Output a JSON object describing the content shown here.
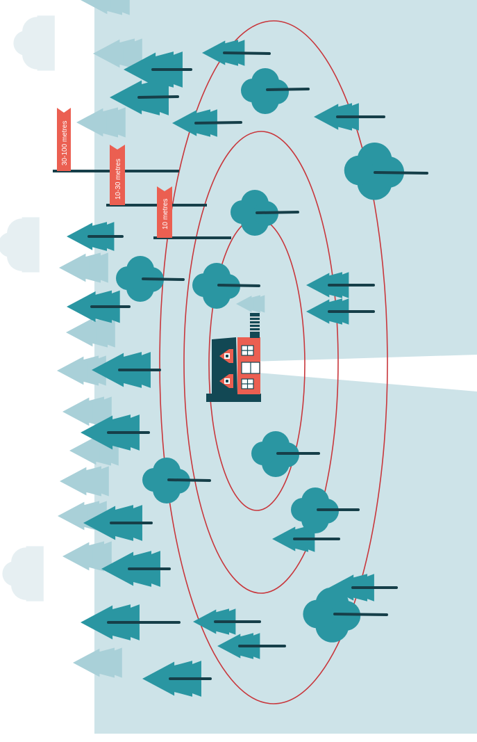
{
  "zones": [
    {
      "label": "10 metres"
    },
    {
      "label": "10-30 metres"
    },
    {
      "label": "30-100 metres"
    }
  ],
  "colors": {
    "ground": "#cde3e8",
    "tree": "#2a96a2",
    "tree_pale": "#a9d0d8",
    "trunk": "#163f49",
    "ring": "#c8363b",
    "flag": "#eb5f51",
    "house_dark": "#124854",
    "house_red": "#eb5f51",
    "cloud": "#e6eff2",
    "road": "#ffffff"
  }
}
